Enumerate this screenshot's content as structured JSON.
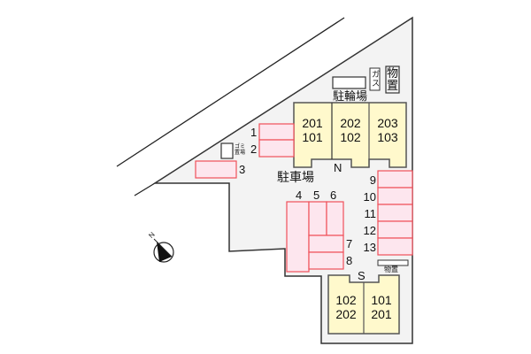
{
  "colors": {
    "lot": "#f3f3f3",
    "building": "#fff9cc",
    "parking_fill": "#fde6ee",
    "parking_stroke": "#f0505a"
  },
  "labels": {
    "parking_area": "駐車場",
    "bicycle_parking": "駐輪場",
    "gas": "ガス",
    "storage_top": "物置",
    "storage_bottom": "物置",
    "garbage": "ゴミ置場",
    "building_n": "N",
    "building_s": "S",
    "compass_n": "N"
  },
  "building_north_units": [
    {
      "upper": "201",
      "lower": "101"
    },
    {
      "upper": "202",
      "lower": "102"
    },
    {
      "upper": "203",
      "lower": "103"
    }
  ],
  "building_south_units": [
    {
      "upper": "102",
      "lower": "202"
    },
    {
      "upper": "101",
      "lower": "201"
    }
  ],
  "parking_spaces": [
    "1",
    "2",
    "3",
    "4",
    "5",
    "6",
    "7",
    "8",
    "9",
    "10",
    "11",
    "12",
    "13"
  ]
}
